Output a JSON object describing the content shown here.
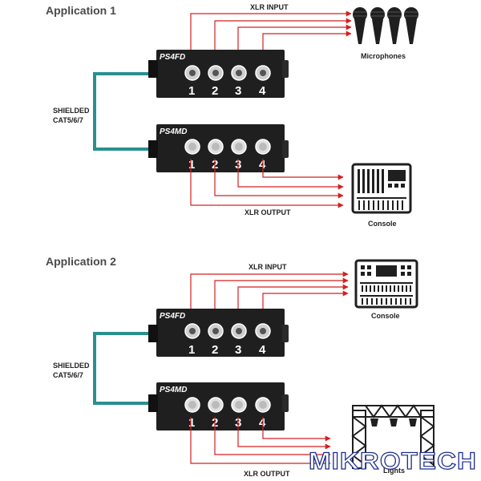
{
  "apps": [
    {
      "title": "Application 1",
      "top_unit": {
        "model": "PS4FD",
        "numbers": [
          "1",
          "2",
          "3",
          "4"
        ]
      },
      "bottom_unit": {
        "model": "PS4MD",
        "numbers": [
          "1",
          "2",
          "3",
          "4"
        ]
      },
      "cable_label_line1": "SHIELDED",
      "cable_label_line2": "CAT5/6/7",
      "input_label": "XLR INPUT",
      "output_label": "XLR OUTPUT",
      "source": {
        "label": "Microphones",
        "icon": "microphones-icon"
      },
      "destination": {
        "label": "Console",
        "icon": "console-icon"
      }
    },
    {
      "title": "Application 2",
      "top_unit": {
        "model": "PS4FD",
        "numbers": [
          "1",
          "2",
          "3",
          "4"
        ]
      },
      "bottom_unit": {
        "model": "PS4MD",
        "numbers": [
          "1",
          "2",
          "3",
          "4"
        ]
      },
      "cable_label_line1": "SHIELDED",
      "cable_label_line2": "CAT5/6/7",
      "input_label": "XLR INPUT",
      "output_label": "XLR OUTPUT",
      "source": {
        "label": "Console",
        "icon": "console-icon"
      },
      "destination": {
        "label": "Lights",
        "icon": "lighting-truss-icon"
      }
    }
  ],
  "watermark": {
    "part1": "MIKRO",
    "part2": "TECH"
  },
  "colors": {
    "signal": "#d42020",
    "cable": "#2a8f8f",
    "device": "#1f1f1f",
    "logo_outline": "#1e2f8c"
  }
}
